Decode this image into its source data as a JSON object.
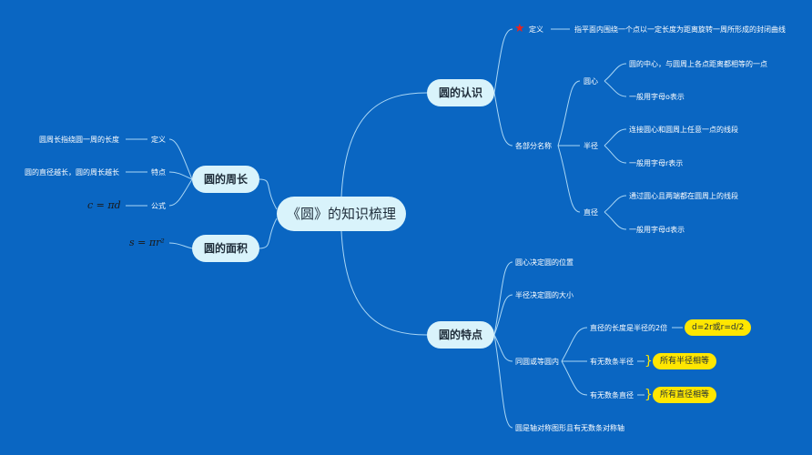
{
  "center": {
    "title": "《圆》的知识梳理"
  },
  "recognition": {
    "title": "圆的认识",
    "definition": {
      "label": "定义",
      "text": "指平面内围绕一个点以一定长度为距离旋转一周所形成的封闭曲线",
      "icon": "star-icon"
    },
    "parts": {
      "label": "各部分名称",
      "center_point": {
        "label": "圆心",
        "items": [
          "圆的中心，与圆周上各点距离都相等的一点",
          "一般用字母o表示"
        ]
      },
      "radius": {
        "label": "半径",
        "items": [
          "连接圆心和圆周上任意一点的线段",
          "一般用字母r表示"
        ]
      },
      "diameter": {
        "label": "直径",
        "items": [
          "通过圆心且两端都在圆周上的线段",
          "一般用字母d表示"
        ]
      }
    }
  },
  "circumference": {
    "title": "圆的周长",
    "definition": {
      "label": "定义",
      "text": "圆周长指绕圆一周的长度"
    },
    "feature": {
      "label": "特点",
      "text": "圆的直径越长，圆的周长越长"
    },
    "formula": {
      "label": "公式",
      "text": "c = πd"
    }
  },
  "area": {
    "title": "圆的面积",
    "formula": "s = πr²"
  },
  "features": {
    "title": "圆的特点",
    "items": [
      "圆心决定圆的位置",
      "半径决定圆的大小",
      "同圆或等圆内",
      "圆是轴对称图形且有无数条对称轴"
    ],
    "same_circle": [
      {
        "text": "直径的长度是半径的2倍",
        "tag": "d=2r或r=d/2"
      },
      {
        "text": "有无数条半径",
        "tag": "所有半径相等"
      },
      {
        "text": "有无数条直径",
        "tag": "所有直径相等"
      }
    ]
  },
  "colors": {
    "background": "#0a66c2",
    "node_fill": "#d9f3fb",
    "tag_fill": "#ffe600",
    "star": "#e8231e",
    "line": "#a9d6f5"
  }
}
